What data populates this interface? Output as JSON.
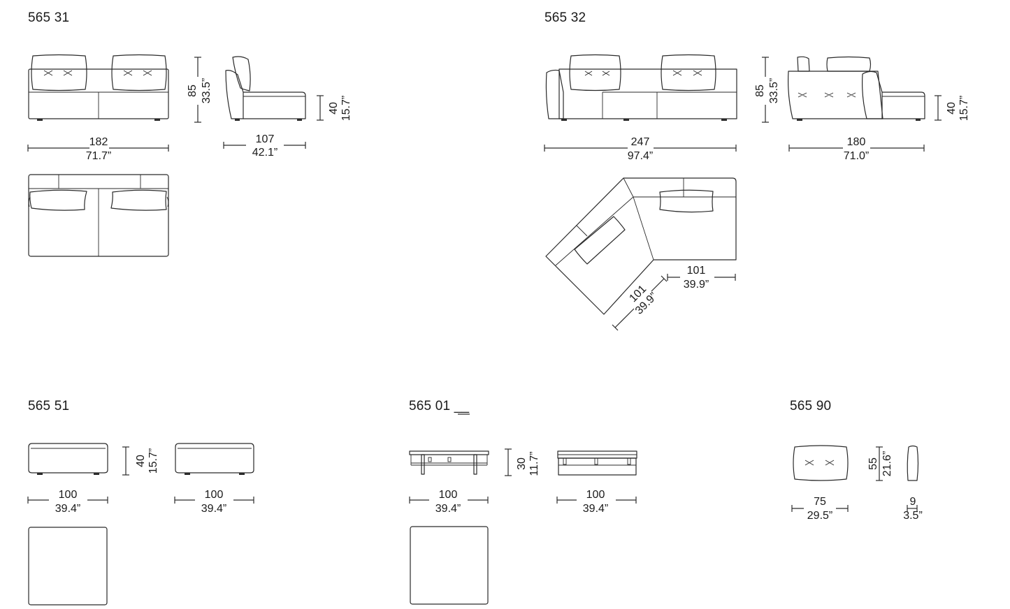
{
  "modules": [
    {
      "code": "565 31",
      "dims": {
        "width_cm": "182",
        "width_in": "71.7”",
        "height_cm": "85",
        "height_in": "33.5”",
        "seat_cm": "40",
        "seat_in": "15.7”",
        "depth_cm": "107",
        "depth_in": "42.1”"
      }
    },
    {
      "code": "565 32",
      "dims": {
        "width_cm": "247",
        "width_in": "97.4”",
        "height_cm": "85",
        "height_in": "33.5”",
        "seat_cm": "40",
        "seat_in": "15.7”",
        "side_cm": "180",
        "side_in": "71.0”",
        "arm_a_cm": "101",
        "arm_a_in": "39.9”",
        "arm_b_cm": "101",
        "arm_b_in": "39.9”"
      }
    },
    {
      "code": "565 51",
      "dims": {
        "height_cm": "40",
        "height_in": "15.7”",
        "front_cm": "100",
        "front_in": "39.4”",
        "side_cm": "100",
        "side_in": "39.4”"
      }
    },
    {
      "code": "565 01 __",
      "dims": {
        "height_cm": "30",
        "height_in": "11.7”",
        "front_cm": "100",
        "front_in": "39.4”",
        "side_cm": "100",
        "side_in": "39.4”"
      }
    },
    {
      "code": "565 90",
      "dims": {
        "height_cm": "55",
        "height_in": "21.6”",
        "width_cm": "75",
        "width_in": "29.5”",
        "depth_cm": "9",
        "depth_in": "3.5”"
      }
    }
  ]
}
